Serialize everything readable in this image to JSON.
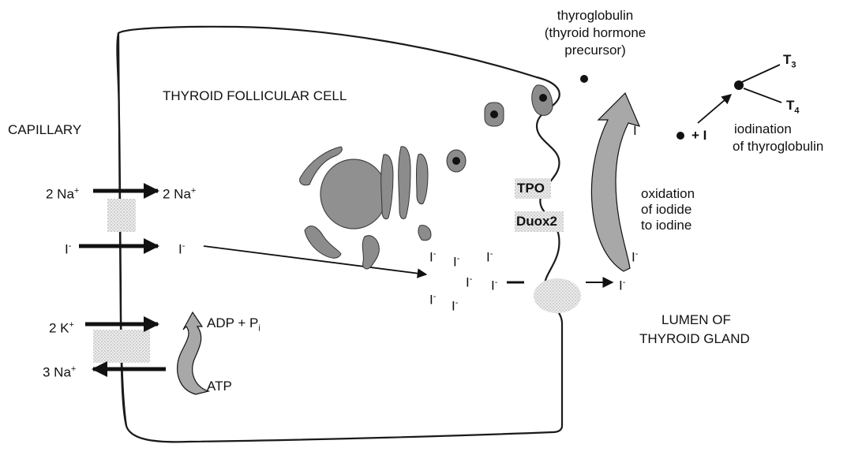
{
  "colors": {
    "ink": "#111111",
    "membrane": "#1a1a1a",
    "channel": "#d6d6d6",
    "organelle": "#8c8c8c",
    "organelle_dark": "#6e6e6e",
    "nucleus": "#909090",
    "arrow_fill": "#a8a8a8"
  },
  "labels": {
    "cell_title": "THYROID FOLLICULAR CELL",
    "capillary": "CAPILLARY",
    "lumen_line1": "LUMEN OF",
    "lumen_line2": "THYROID GLAND"
  },
  "transport": {
    "na_in_left": "2 Na",
    "na_in_right": "2 Na",
    "iodide_left": "I",
    "iodide_right": "I",
    "k_in": "2 K",
    "na_out": "3 Na",
    "adp": "ADP + P",
    "adp_subscript": "i",
    "atp": "ATP",
    "plus_sup": "+",
    "minus_sup": "-"
  },
  "cytoplasm_iodide": {
    "symbol": "I",
    "charge": "-"
  },
  "apical": {
    "tpo": "TPO",
    "duox2": "Duox2",
    "iodide_lumen": "I",
    "iodine": "I",
    "iodide_top": "I"
  },
  "oxidation": {
    "line1": "oxidation",
    "line2": "of iodide",
    "line3": "to iodine"
  },
  "thyroglobulin": {
    "line1": "thyroglobulin",
    "line2": "(thyroid hormone",
    "line3": "precursor)"
  },
  "iodination": {
    "plus_i": "+ I",
    "t3": "T",
    "t3_sub": "3",
    "t4": "T",
    "t4_sub": "4",
    "line1": "iodination",
    "line2": "of thyroglobulin"
  }
}
